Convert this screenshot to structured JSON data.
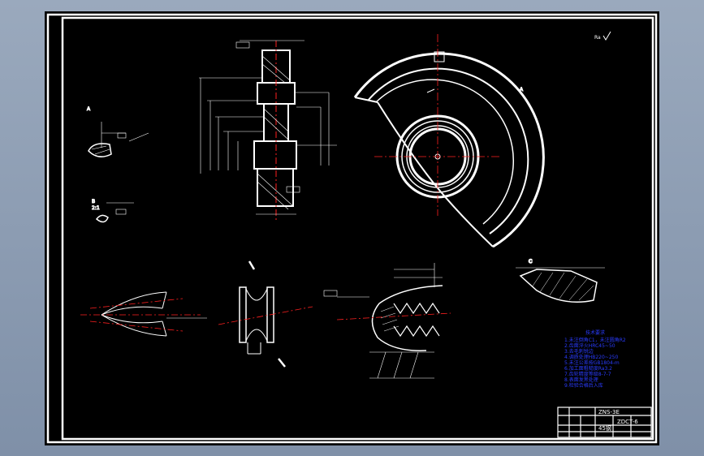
{
  "colors": {
    "background": "#000000",
    "line": "#ffffff",
    "centerline": "#ff2020",
    "notes": "#2a3cff",
    "desktop": "#8a9bb3"
  },
  "title_block": {
    "drawing_no": "ZNS-3E",
    "name": "ZDCT-6",
    "material": "45钢"
  },
  "notes": {
    "heading": "技术要求",
    "lines": [
      "1.未注倒角C1，未注圆角R2",
      "2.齿面淬火HRC45~50",
      "3.去毛刺锐边",
      "4.调质处理HB220~250",
      "5.未注公差按GB1804-m",
      "6.加工面粗糙度Ra3.2",
      "7.齿轮精度等级8-7-7",
      "8.表面发黑处理",
      "9.检验合格后入库"
    ]
  },
  "labels": {
    "roughness_top": "Ra",
    "detail_a": "A",
    "detail_b": "B",
    "ratio": "2:1"
  }
}
